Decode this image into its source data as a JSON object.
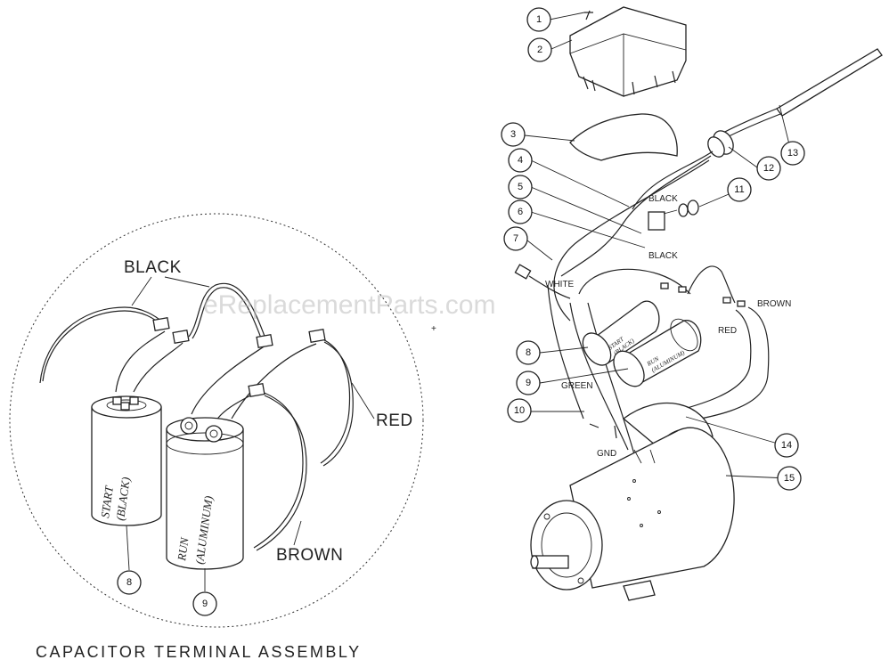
{
  "watermark": "eReplacementParts.com",
  "inset": {
    "title": "CAPACITOR TERMINAL ASSEMBLY",
    "wire_labels": {
      "black": "BLACK",
      "red": "RED",
      "brown": "BROWN"
    },
    "start_cap": {
      "line1": "START",
      "line2": "(BLACK)",
      "callout": "8"
    },
    "run_cap": {
      "line1": "RUN",
      "line2": "(ALUMINUM)",
      "callout": "9"
    }
  },
  "main": {
    "callouts": [
      "1",
      "2",
      "3",
      "4",
      "5",
      "6",
      "7",
      "8",
      "9",
      "10",
      "11",
      "12",
      "13",
      "14",
      "15"
    ],
    "labels": {
      "black_top": "BLACK",
      "black_mid": "BLACK",
      "white": "WHITE",
      "brown": "BROWN",
      "red": "RED",
      "green": "GREEN",
      "gnd": "GND",
      "start1": "START",
      "start2": "(BLACK)",
      "run1": "RUN",
      "run2": "(ALUMINUM)"
    }
  }
}
